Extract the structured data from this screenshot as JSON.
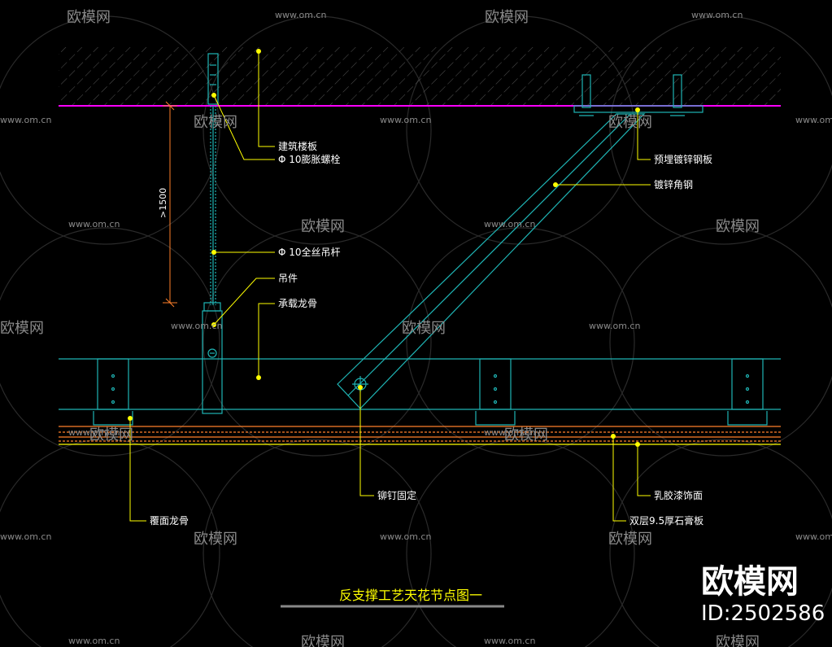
{
  "drawing": {
    "title": "反支撑工艺天花节点图一",
    "dimension": ">1500"
  },
  "labels": {
    "slab": "建筑楼板",
    "bolt": "Φ 10膨胀螺栓",
    "embedded_plate": "预埋镀锌钢板",
    "angle_steel": "镀锌角钢",
    "rod": "Φ 10全丝吊杆",
    "hanger": "吊件",
    "main_keel": "承载龙骨",
    "rivet": "铆钉固定",
    "cover_keel": "覆面龙骨",
    "latex_paint": "乳胶漆饰面",
    "gypsum": "双层9.5厚石膏板"
  },
  "watermark": {
    "brand": "欧模网",
    "url": "www.om.cn",
    "id_text": "ID:2502586"
  },
  "colors": {
    "background": "#000000",
    "structure": "#1fb5b5",
    "leader": "#ffff00",
    "slab_line": "#ff00ff",
    "board": "#ff7f2a",
    "watermark": "#8a8a8a",
    "text": "#ffffff"
  }
}
